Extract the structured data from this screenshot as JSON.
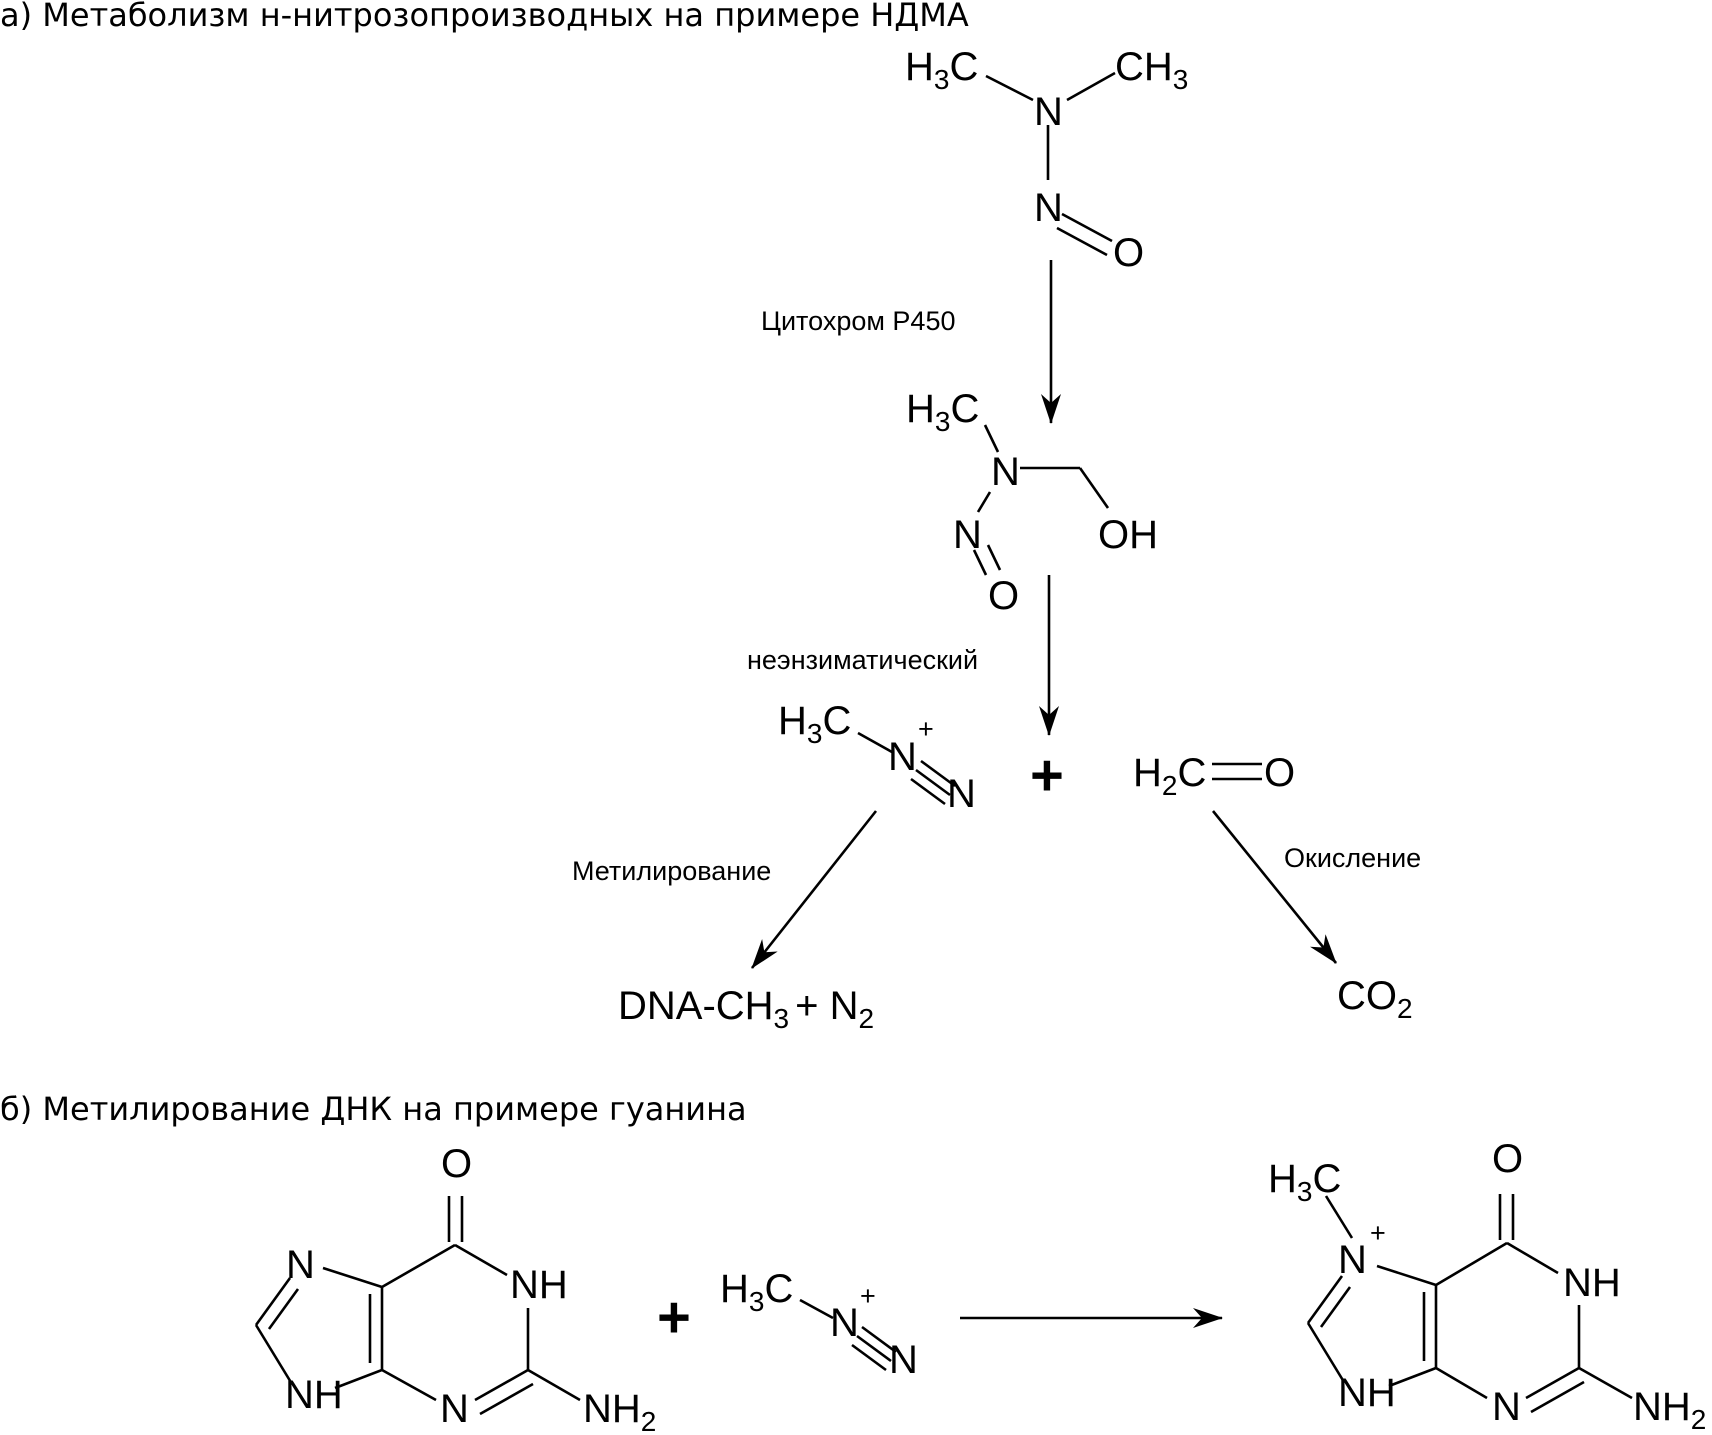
{
  "section_a": {
    "title": "а) Метаболизм н-нитрозопроизводных на примере НДМА",
    "nodes": {
      "ndma": "N-нитрозодиметиламин",
      "hydroxymethyl": "N-нитрозо-N-метил-гидроксиметиламин",
      "methyldiazonium": "H3C–N+≡N",
      "formaldehyde": "H2C=O",
      "dna_product": "DNA-CH3 + N2",
      "co2_product": "CO2"
    },
    "plus": "+",
    "labels": {
      "step1": "Цитохром P450",
      "step2": "неэнзиматический",
      "methylation": "Метилирование",
      "oxidation": "Окисление"
    },
    "atoms": {
      "ch3": "CH",
      "h3c": "H",
      "c": "C",
      "n": "N",
      "o": "O",
      "oh": "OH",
      "h2c": "H",
      "dna": "DNA-CH",
      "plus_n": "+ N",
      "co": "CO",
      "sub3": "3",
      "sub2": "2",
      "charge": "+"
    }
  },
  "section_b": {
    "title": "б) Метилирование ДНК на примере гуанина",
    "plus": "+",
    "nodes": {
      "guanine": "гуанин",
      "methyldiazonium": "H3C–N+≡N",
      "product": "7-метилгуаниний"
    },
    "atoms": {
      "o": "O",
      "n": "N",
      "nh": "NH",
      "nh2": "NH",
      "h3c": "H",
      "c": "C",
      "sub2": "2",
      "sub3": "3",
      "charge": "+"
    }
  }
}
